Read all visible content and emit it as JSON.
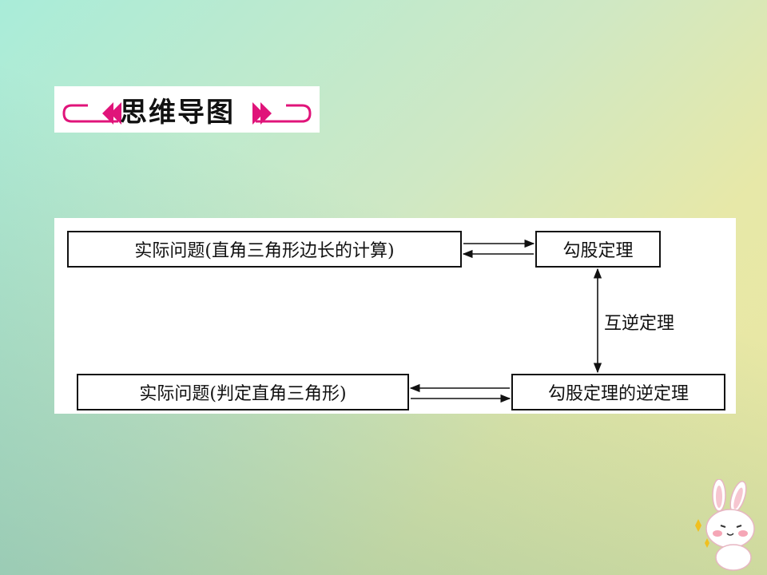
{
  "header": {
    "title": "思维导图"
  },
  "diagram": {
    "nodes": {
      "practical_calc": "实际问题(直角三角形边长的计算)",
      "pythagorean": "勾股定理",
      "practical_judge": "实际问题(判定直角三角形)",
      "converse": "勾股定理的逆定理"
    },
    "edge_label": "互逆定理"
  },
  "colors": {
    "accent": "#e0147a",
    "frame": "#111111"
  }
}
